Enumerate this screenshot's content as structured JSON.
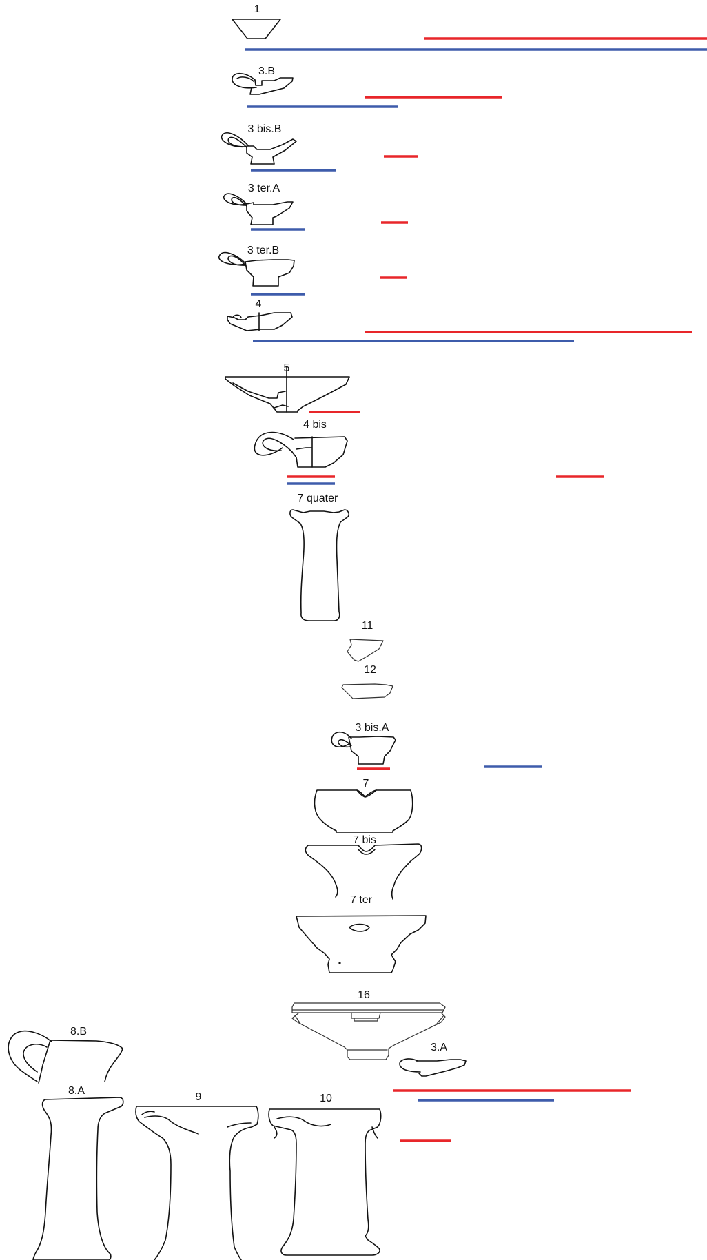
{
  "colors": {
    "red_bar": "#e8262a",
    "blue_bar": "#3e5cab",
    "outline": "#111111"
  },
  "vessels": [
    {
      "id": "v1",
      "label": "1"
    },
    {
      "id": "v3b",
      "label": "3.B"
    },
    {
      "id": "v3bisb",
      "label": "3 bis.B"
    },
    {
      "id": "v3tera",
      "label": "3 ter.A"
    },
    {
      "id": "v3terb",
      "label": "3 ter.B"
    },
    {
      "id": "v4",
      "label": "4"
    },
    {
      "id": "v5",
      "label": "5"
    },
    {
      "id": "v4bis",
      "label": "4 bis"
    },
    {
      "id": "v7quater",
      "label": "7 quater"
    },
    {
      "id": "v11",
      "label": "11"
    },
    {
      "id": "v12",
      "label": "12"
    },
    {
      "id": "v3bisa",
      "label": "3 bis.A"
    },
    {
      "id": "v7",
      "label": "7"
    },
    {
      "id": "v7bis",
      "label": "7 bis"
    },
    {
      "id": "v7ter",
      "label": "7 ter"
    },
    {
      "id": "v16",
      "label": "16"
    },
    {
      "id": "v3a",
      "label": "3.A"
    },
    {
      "id": "v8b",
      "label": "8.B"
    },
    {
      "id": "v8a",
      "label": "8.A"
    },
    {
      "id": "v9",
      "label": "9"
    },
    {
      "id": "v10",
      "label": "10"
    }
  ]
}
